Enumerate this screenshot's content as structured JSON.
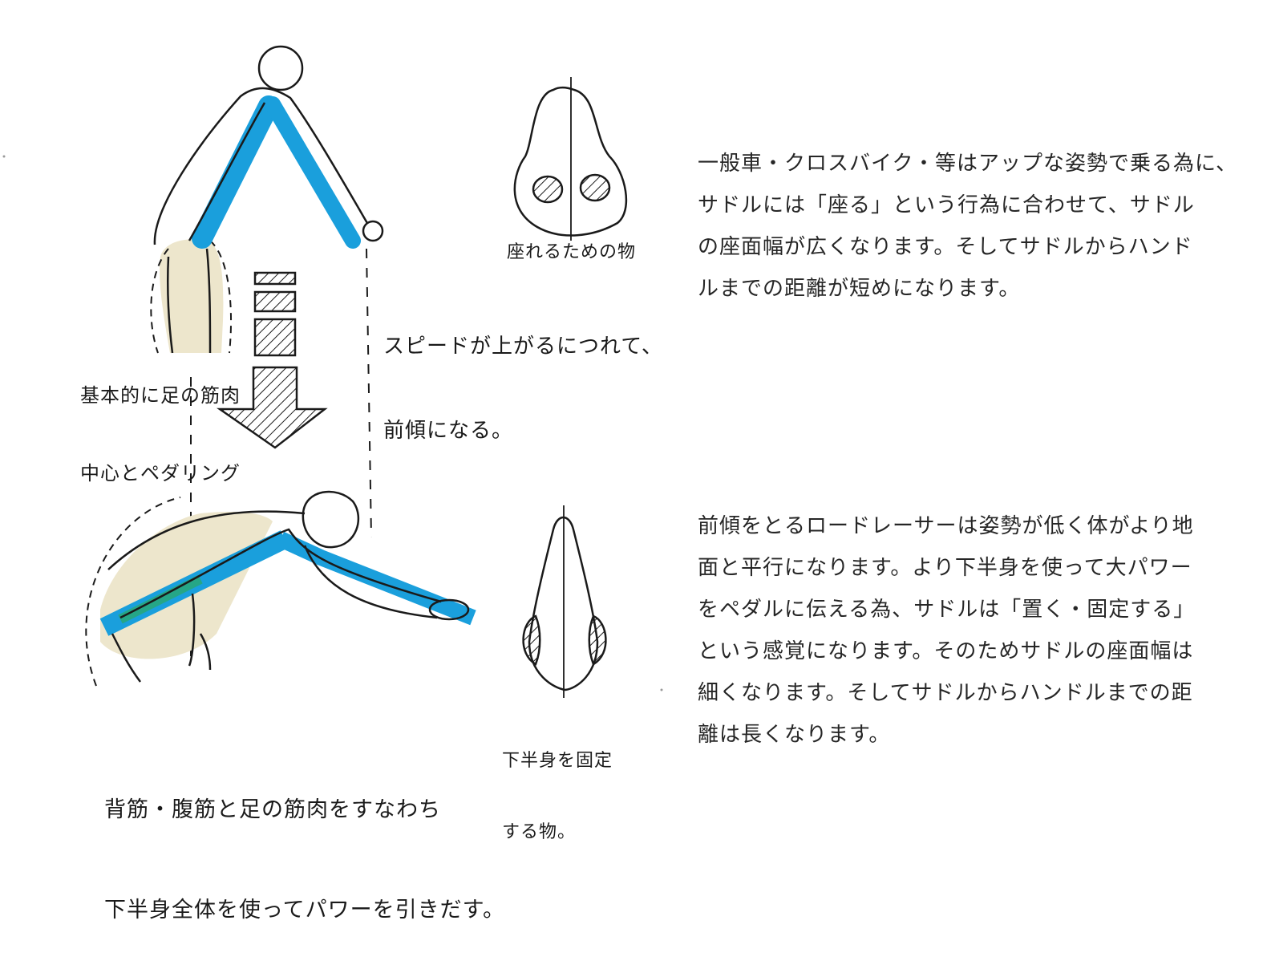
{
  "colors": {
    "accent_blue": "#1a9fdc",
    "ink": "#1a1a1a",
    "thigh_fill": "#ede6cc",
    "text": "#262626"
  },
  "annotations": {
    "saddle_wide": "座れるための物",
    "speed_lean_line1": "スピードが上がるにつれて、",
    "speed_lean_line2": "前傾になる。",
    "legs_center_line1": "基本的に足の筋肉",
    "legs_center_line2": "中心とペダリング",
    "whole_body_line1": "背筋・腹筋と足の筋肉をすなわち",
    "whole_body_line2": "下半身全体を使ってパワーを引きだす。",
    "saddle_narrow_line1": "下半身を固定",
    "saddle_narrow_line2": "する物。"
  },
  "paragraphs": {
    "upright": "一般車・クロスバイク・等はアップな姿勢で乗る為に、\nサドルには「座る」という行為に合わせて、サドル\nの座面幅が広くなります。そしてサドルからハンド\nルまでの距離が短めになります。",
    "racer": "前傾をとるロードレーサーは姿勢が低く体がより地\n面と平行になります。より下半身を使って大パワー\nをペダルに伝える為、サドルは「置く・固定する」\nという感覚になります。そのためサドルの座面幅は\n細くなります。そしてサドルからハンドルまでの距\n離は長くなります。"
  }
}
